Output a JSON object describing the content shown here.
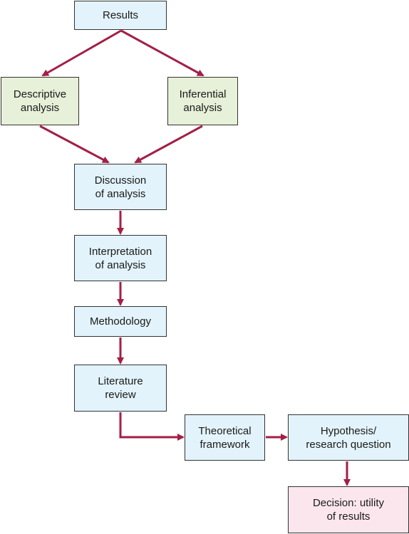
{
  "diagram": {
    "arrow_color": "#a31f45",
    "nodes": {
      "results": "Results",
      "descriptive": "Descriptive\nanalysis",
      "inferential": "Inferential\nanalysis",
      "discussion": "Discussion\nof analysis",
      "interpretation": "Interpretation\nof analysis",
      "methodology": "Methodology",
      "literature": "Literature\nreview",
      "theoretical": "Theoretical\nframework",
      "hypothesis": "Hypothesis/\nresearch question",
      "decision": "Decision: utility\nof results"
    },
    "edges": [
      [
        "results",
        "descriptive"
      ],
      [
        "results",
        "inferential"
      ],
      [
        "descriptive",
        "discussion"
      ],
      [
        "inferential",
        "discussion"
      ],
      [
        "discussion",
        "interpretation"
      ],
      [
        "interpretation",
        "methodology"
      ],
      [
        "methodology",
        "literature"
      ],
      [
        "literature",
        "theoretical"
      ],
      [
        "theoretical",
        "hypothesis"
      ],
      [
        "hypothesis",
        "decision"
      ]
    ]
  }
}
